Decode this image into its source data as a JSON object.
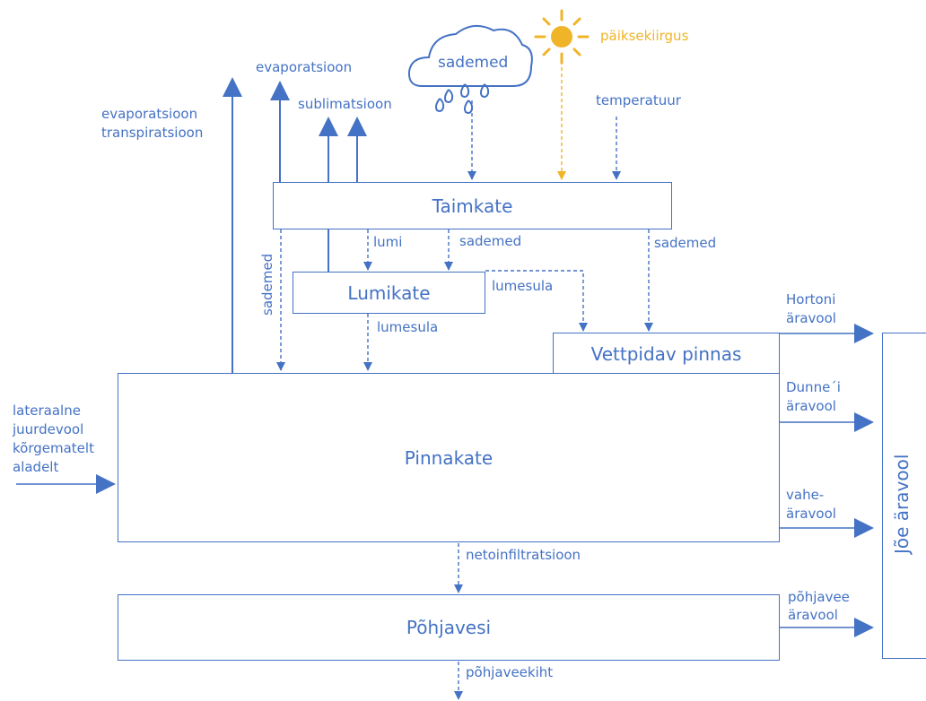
{
  "boxes": {
    "taimkate": "Taimkate",
    "lumikate": "Lumikate",
    "vettpidav": "Vettpidav pinnas",
    "pinnakate": "Pinnakate",
    "pohjavesi": "Põhjavesi",
    "joe": "Jõe äravool"
  },
  "labels": {
    "evaporatsioon": "evaporatsioon",
    "evap_transp_1": "evaporatsioon",
    "evap_transp_2": "transpiratsioon",
    "sublimatsioon": "sublimatsioon",
    "sademed_cloud": "sademed",
    "paikesekiirgus": "päiksekiirgus",
    "temperatuur": "temperatuur",
    "sademed_left": "sademed",
    "lumi": "lumi",
    "sademed_mid": "sademed",
    "sademed_right": "sademed",
    "lumesula_right": "lumesula",
    "lumesula_below": "lumesula",
    "hortoni_1": "Hortoni",
    "hortoni_2": "äravool",
    "dunne_1": "Dunne´i",
    "dunne_2": "äravool",
    "vahe_1": "vahe-",
    "vahe_2": "äravool",
    "pohjavee_1": "põhjavee",
    "pohjavee_2": "äravool",
    "lateral_1": "lateraalne",
    "lateral_2": "juurdevool",
    "lateral_3": "kõrgematelt",
    "lateral_4": "aladelt",
    "netoinfiltratsioon": "netoinfiltratsioon",
    "pohjaveekiht": "põhjaveekiht"
  },
  "colors": {
    "main": "#4472c4",
    "sun": "#f0b428"
  }
}
